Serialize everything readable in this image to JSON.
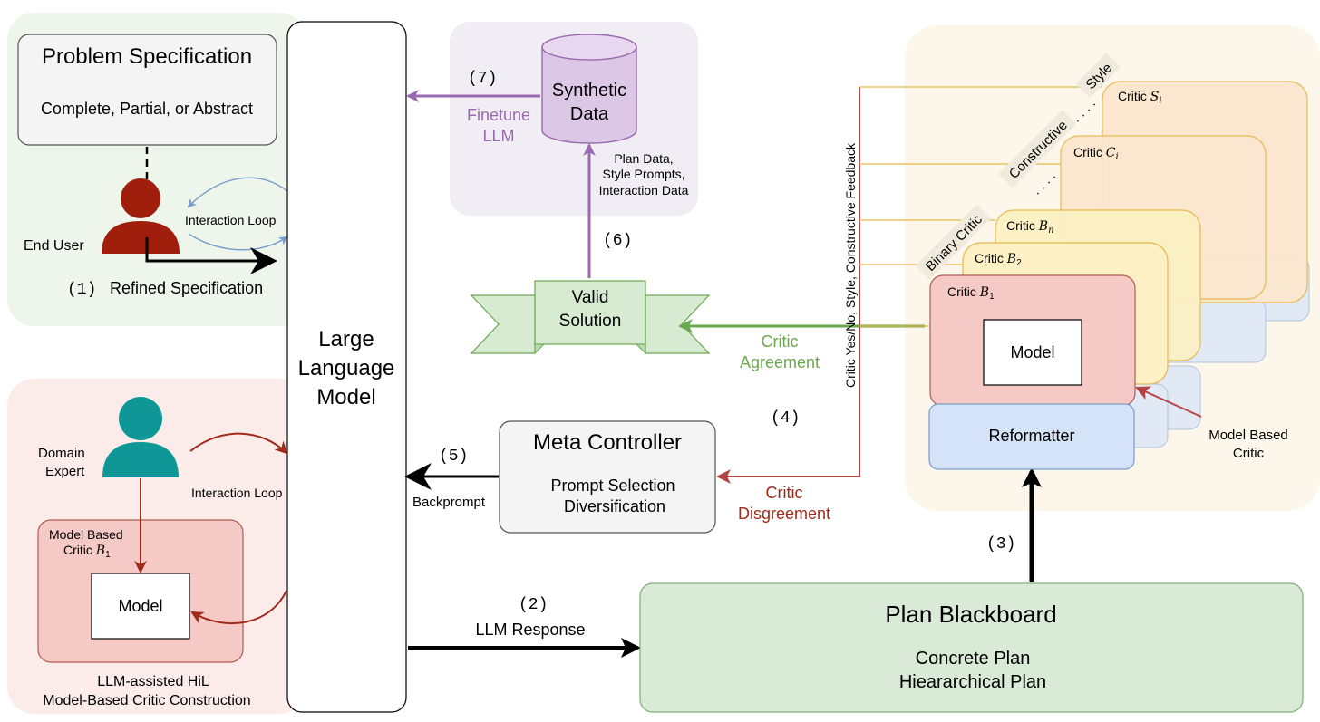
{
  "problem_spec": {
    "title": "Problem Specification",
    "subtitle": "Complete, Partial, or Abstract"
  },
  "end_user": {
    "label": "End User",
    "interaction_loop": "Interaction Loop",
    "step": "(1)",
    "refined": "Refined Specification"
  },
  "llm": {
    "line1": "Large",
    "line2": "Language",
    "line3": "Model"
  },
  "domain_expert": {
    "label_line1": "Domain",
    "label_line2": "Expert",
    "interaction_loop": "Interaction Loop",
    "critic_line1": "Model Based",
    "critic_line2": "Critic",
    "critic_sym": "B",
    "critic_sub": "1",
    "model": "Model",
    "caption_line1": "LLM-assisted HiL",
    "caption_line2": "Model-Based Critic Construction"
  },
  "synthetic": {
    "line1": "Synthetic",
    "line2": "Data",
    "step": "(7)",
    "finetune_line1": "Finetune",
    "finetune_line2": "LLM",
    "data_line1": "Plan Data,",
    "data_line2": "Style Prompts,",
    "data_line3": "Interaction Data"
  },
  "valid_solution": {
    "step": "(6)",
    "line1": "Valid",
    "line2": "Solution",
    "agreement_line1": "Critic",
    "agreement_line2": "Agreement"
  },
  "meta_controller": {
    "title": "Meta Controller",
    "line1": "Prompt Selection",
    "line2": "Diversification",
    "step": "(5)",
    "backprompt": "Backprompt",
    "step4": "(4)",
    "disagreement_line1": "Critic",
    "disagreement_line2": "Disgreement"
  },
  "llm_response": {
    "step": "(2)",
    "label": "LLM Response"
  },
  "plan_blackboard": {
    "title": "Plan Blackboard",
    "line1": "Concrete Plan",
    "line2": "Hieararchical Plan",
    "step": "(3)"
  },
  "critics": {
    "feedback_label": "Critic Yes/No, Style, Constructive Feedback",
    "binary_tag": "Binary Critic",
    "constructive_tag": "Constructive",
    "style_tag": "Style",
    "critic_word": "Critic",
    "s_sym": "S",
    "s_sub": "i",
    "c_sym": "C",
    "c_sub": "i",
    "bn_sym": "B",
    "bn_sub": "n",
    "b2_sym": "B",
    "b2_sub": "2",
    "b1_sym": "B",
    "b1_sub": "1",
    "dots": "· · · ·",
    "model": "Model",
    "reformatter": "Reformatter",
    "model_based_line1": "Model Based",
    "model_based_line2": "Critic"
  },
  "colors": {
    "green_panel": "#eef6ec",
    "red_panel": "#fbecea",
    "purple_panel": "#f1edf5",
    "orange_panel": "#fdf6ea",
    "dark_red": "#a02b1a",
    "teal": "#0f9797",
    "purple": "#9a6ab0",
    "green_arrow": "#6aa84f",
    "critic_red": "#b54545",
    "yellow_line": "#e6b84a"
  }
}
